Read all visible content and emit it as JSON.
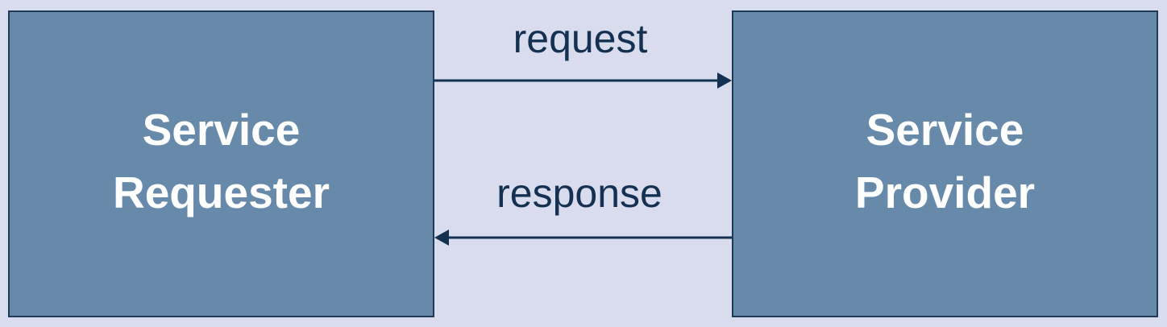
{
  "diagram": {
    "left_box": {
      "line1": "Service",
      "line2": "Requester"
    },
    "right_box": {
      "line1": "Service",
      "line2": "Provider"
    },
    "arrows": {
      "request_label": "request",
      "response_label": "response"
    },
    "colors": {
      "background": "#d8dced",
      "box_fill": "#6789aa",
      "box_border": "#1e3a56",
      "arrow": "#153151",
      "box_text": "#ffffff"
    }
  }
}
